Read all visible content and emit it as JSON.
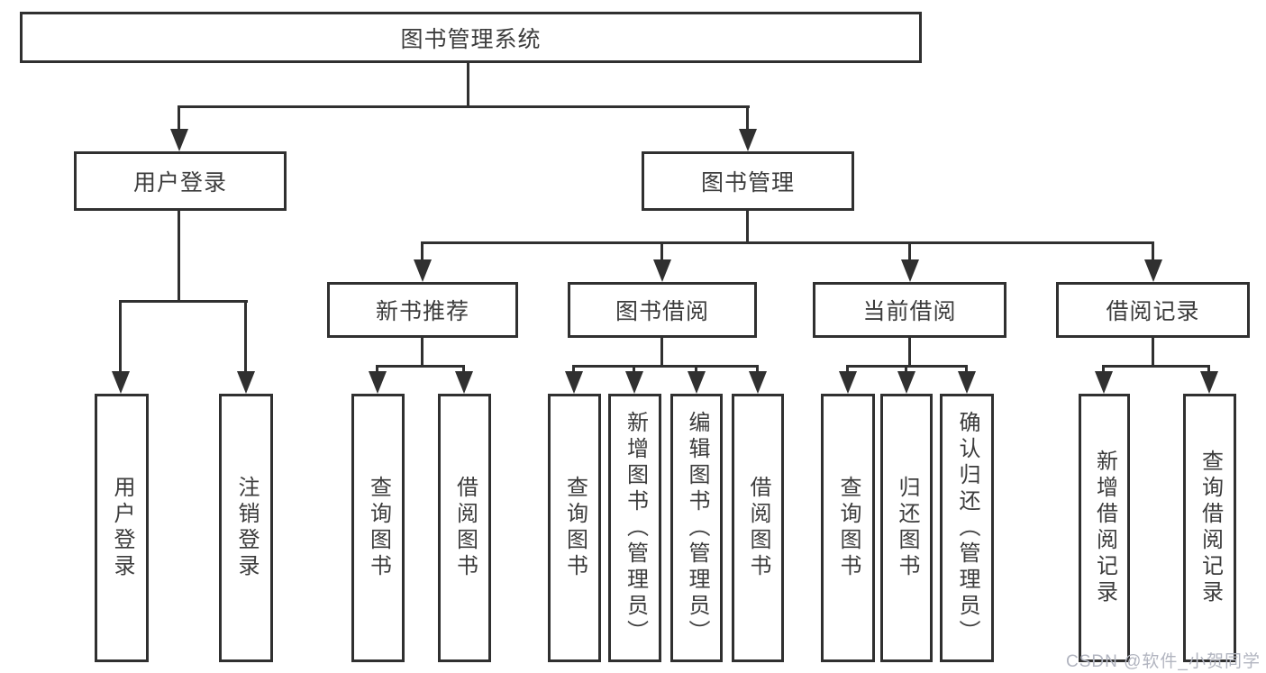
{
  "tree": {
    "root": {
      "label": "图书管理系统"
    },
    "branches": [
      {
        "label": "用户登录",
        "children": [
          {
            "label": "用户登录"
          },
          {
            "label": "注销登录"
          }
        ]
      },
      {
        "label": "图书管理",
        "children": [
          {
            "label": "新书推荐",
            "children": [
              {
                "label": "查询图书"
              },
              {
                "label": "借阅图书"
              }
            ]
          },
          {
            "label": "图书借阅",
            "children": [
              {
                "label": "查询图书"
              },
              {
                "label": "新增图书（管理员）"
              },
              {
                "label": "编辑图书（管理员）"
              },
              {
                "label": "借阅图书"
              }
            ]
          },
          {
            "label": "当前借阅",
            "children": [
              {
                "label": "查询图书"
              },
              {
                "label": "归还图书"
              },
              {
                "label": "确认归还（管理员）"
              }
            ]
          },
          {
            "label": "借阅记录",
            "children": [
              {
                "label": "新增借阅记录"
              },
              {
                "label": "查询借阅记录"
              }
            ]
          }
        ]
      }
    ]
  },
  "watermark": {
    "text": "CSDN @软件_小贺同学"
  },
  "colors": {
    "line": "#303030",
    "text": "#3c3c3c",
    "watermark": "#b2b5c0",
    "background": "#ffffff"
  }
}
